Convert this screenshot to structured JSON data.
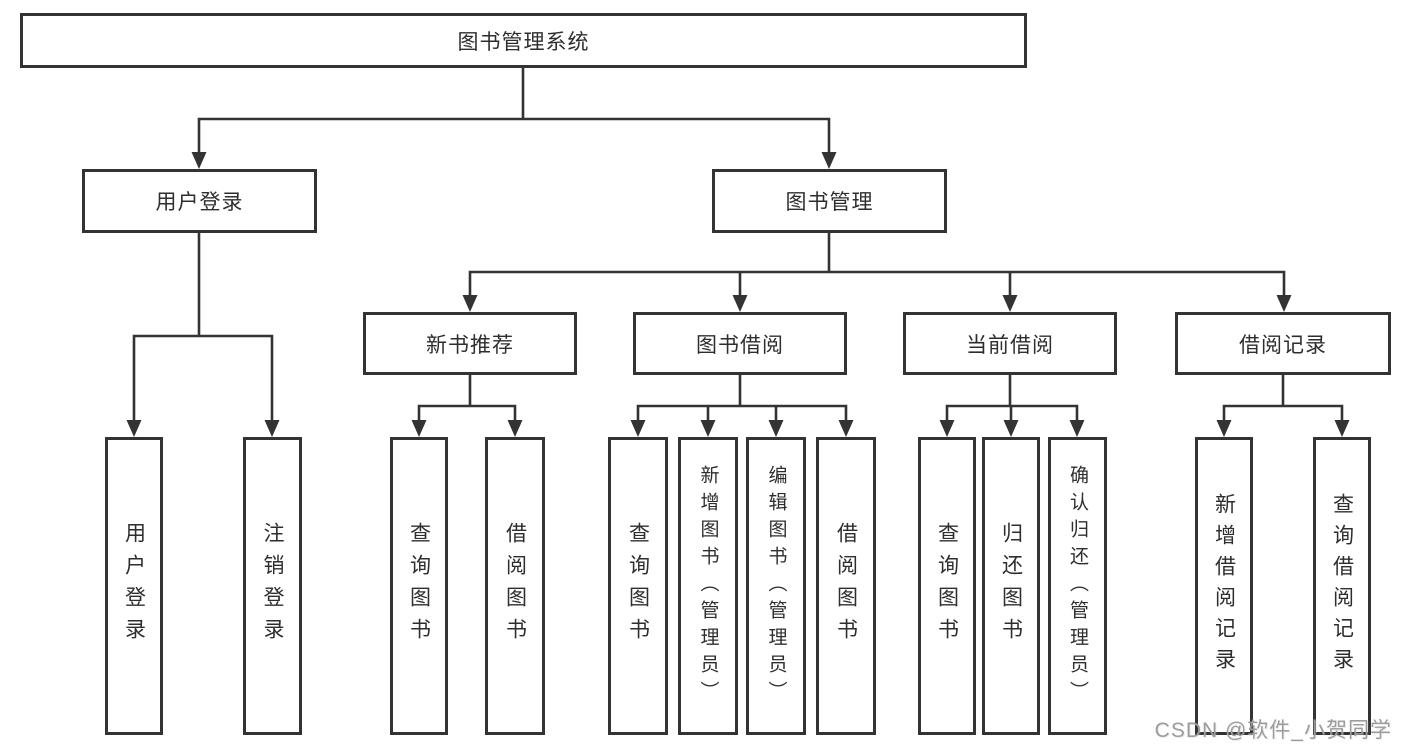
{
  "tree": {
    "root": {
      "label": "图书管理系统"
    },
    "login": {
      "label": "用户登录",
      "children": [
        "用户登录",
        "注销登录"
      ]
    },
    "mgmt": {
      "label": "图书管理",
      "groups": [
        {
          "label": "新书推荐",
          "children": [
            "查询图书",
            "借阅图书"
          ]
        },
        {
          "label": "图书借阅",
          "children": [
            "查询图书",
            "新增图书（管理员）",
            "编辑图书（管理员）",
            "借阅图书"
          ]
        },
        {
          "label": "当前借阅",
          "children": [
            "查询图书",
            "归还图书",
            "确认归还（管理员）"
          ]
        },
        {
          "label": "借阅记录",
          "children": [
            "新增借阅记录",
            "查询借阅记录"
          ]
        }
      ]
    }
  },
  "watermark": {
    "text": "CSDN @软件_小贺同学"
  },
  "colors": {
    "line": "#333333",
    "text": "#2e2e2e",
    "box_background": "#ffffff",
    "watermark": "#9c9c9c",
    "page_background": "#ffffff"
  }
}
